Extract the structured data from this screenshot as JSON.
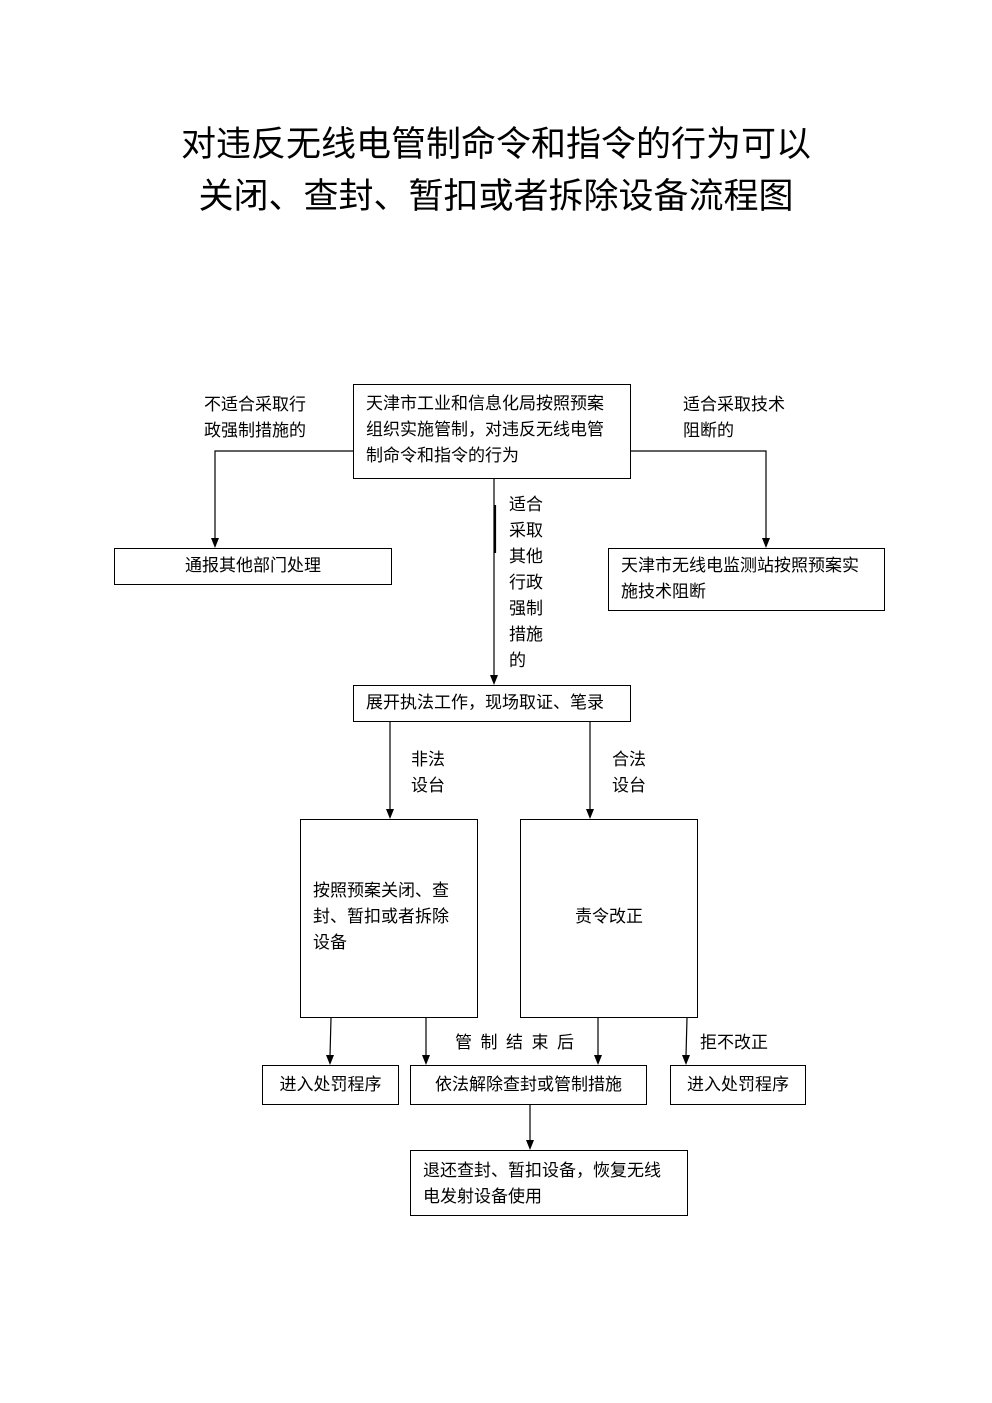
{
  "title": {
    "line1": "对违反无线电管制命令和指令的行为可以",
    "line2": "关闭、查封、暂扣或者拆除设备流程图"
  },
  "nodes": {
    "start": {
      "lines": [
        "天津市工业和信息化局按照预案",
        "组织实施管制，对违反无线电管",
        "制命令和指令的行为"
      ]
    },
    "notify": {
      "text": "通报其他部门处理"
    },
    "tech_block": {
      "lines": [
        "天津市无线电监测站按照预案实",
        "施技术阻断"
      ]
    },
    "enforce": {
      "text": "展开执法工作，现场取证、笔录"
    },
    "close_seize": {
      "lines": [
        "按照预案关闭、查",
        "封、暂扣或者拆除",
        "设备"
      ]
    },
    "order_correct": {
      "text": "责令改正"
    },
    "penalty_left": {
      "text": "进入处罚程序"
    },
    "release": {
      "text": "依法解除查封或管制措施"
    },
    "penalty_right": {
      "text": "进入处罚程序"
    },
    "return_equipment": {
      "lines": [
        "退还查封、暂扣设备，恢复无线",
        "电发射设备使用"
      ]
    }
  },
  "edge_labels": {
    "not_admin": [
      "不适合采取行",
      "政强制措施的"
    ],
    "tech": [
      "适合采取技术",
      "阻断的"
    ],
    "other_admin": [
      "适合",
      "采取",
      "其他",
      "行政",
      "强制",
      "措施",
      "的"
    ],
    "illegal": [
      "非法",
      "设台"
    ],
    "legal": [
      "合法",
      "设台"
    ],
    "control_end": "管制结束后",
    "refuse": "拒不改正"
  }
}
